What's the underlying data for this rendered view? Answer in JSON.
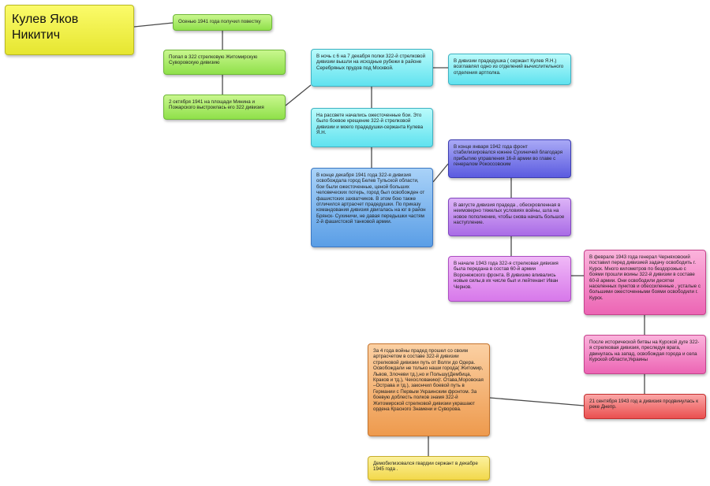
{
  "root": {
    "title": "Кулев Яков Никитич"
  },
  "nodes": {
    "conscript": "Осенью 1941 года получил повестку",
    "division": "Попал в 322 стрелковую Житомирскую Суворовскую дивизию",
    "parade": "2 октября 1941  на площади Минина и Пожарского выстроилась его 322 дивизия",
    "night": "В ночь с 6 на 7 декабря  полки 322-й стрелковой дивизии вышли на исходные рубежи в районе Серебряных прудов под Москвой.",
    "sergeant": "В дивизии прадедушка ( сержант Кулев Я.Н.) возглавлял одно из отделений вычислительного отделения артполка.",
    "dawn": " На рассвете начались ожесточенные бои. Это было боевое крещение 322-й стрелковой дивизии и моего прадедушки-сержанта Кулева Я.Н.",
    "belev": "В конце декабря 1941 года 322-я дивизия освобождала город Белев Тульской области, бои были ожесточенные, ценой больших человеческих потерь, город был освобожден от фашистских захватчиков. В этом бою также отличился артрасчет прадедушки. По приказу командования дивизия двигалась на юг в район Брянск- Сухиничи, не давая передышки частям 2-й фашистской танковой армии.",
    "january": "В конце января 1942 года фронт стабилизировался южнее Сухиничей благодаря прибытию управления 16-й армии во главе с генералом Рокоссовским",
    "august": "В августе дивизия прадеда , обескровленная в неимоверно тяжелых условиях войны, шла на новое пополнение, чтобы снова начать большое наступление.",
    "voronezh": "В начале 1943 года 322-я стрелковая дивизия была передана в состав 60-й армии Воронежского фронта. В дивизию вливались новые силы,в их числе был и лейтенант Иван Чернов.",
    "kursk": "В феврале 1943 года генерал Черняховский поставил перед дивизией задачу освободить г. Курск. Много километров по бездорожью с боями прошли воины 322-й дивизии в составе 60-й армии. Они освободили десятки населенных пунктов и обессиленные , усталые с большими ожесточенными боями освободили г. Курск.",
    "after_kursk": "После исторической битвы на Курской дуге 322-я стрелковая дивизия, преследуя врага, двинулась на запад, освобождая города и села Курской области,Украины",
    "dnieper": "21 сентября 1943 год а дивизия продвинулась к реке Днепр.",
    "summary": "За 4 года войны прадед прошел со своим артрасчетом в составе 322-й дивизии стрелковой дивизии путь от Волги до Одера. Освобождали не только наши города( Житомир, Львов, Злочеви тд.),но и Польшу(Дембица, Краков и тд.), Чехословакию(г. Отава,Моровская –Острава и тд.), закончил боевой путь в Германии с Первым Украинским фронтом. За боевую доблесть полков знамя 322-й Житомирской стрелковой дивизии украшают ордена Красного Знамени и Суворова.",
    "demob": "Демобилизовался гвардии сержант в декабре 1945 года ."
  }
}
